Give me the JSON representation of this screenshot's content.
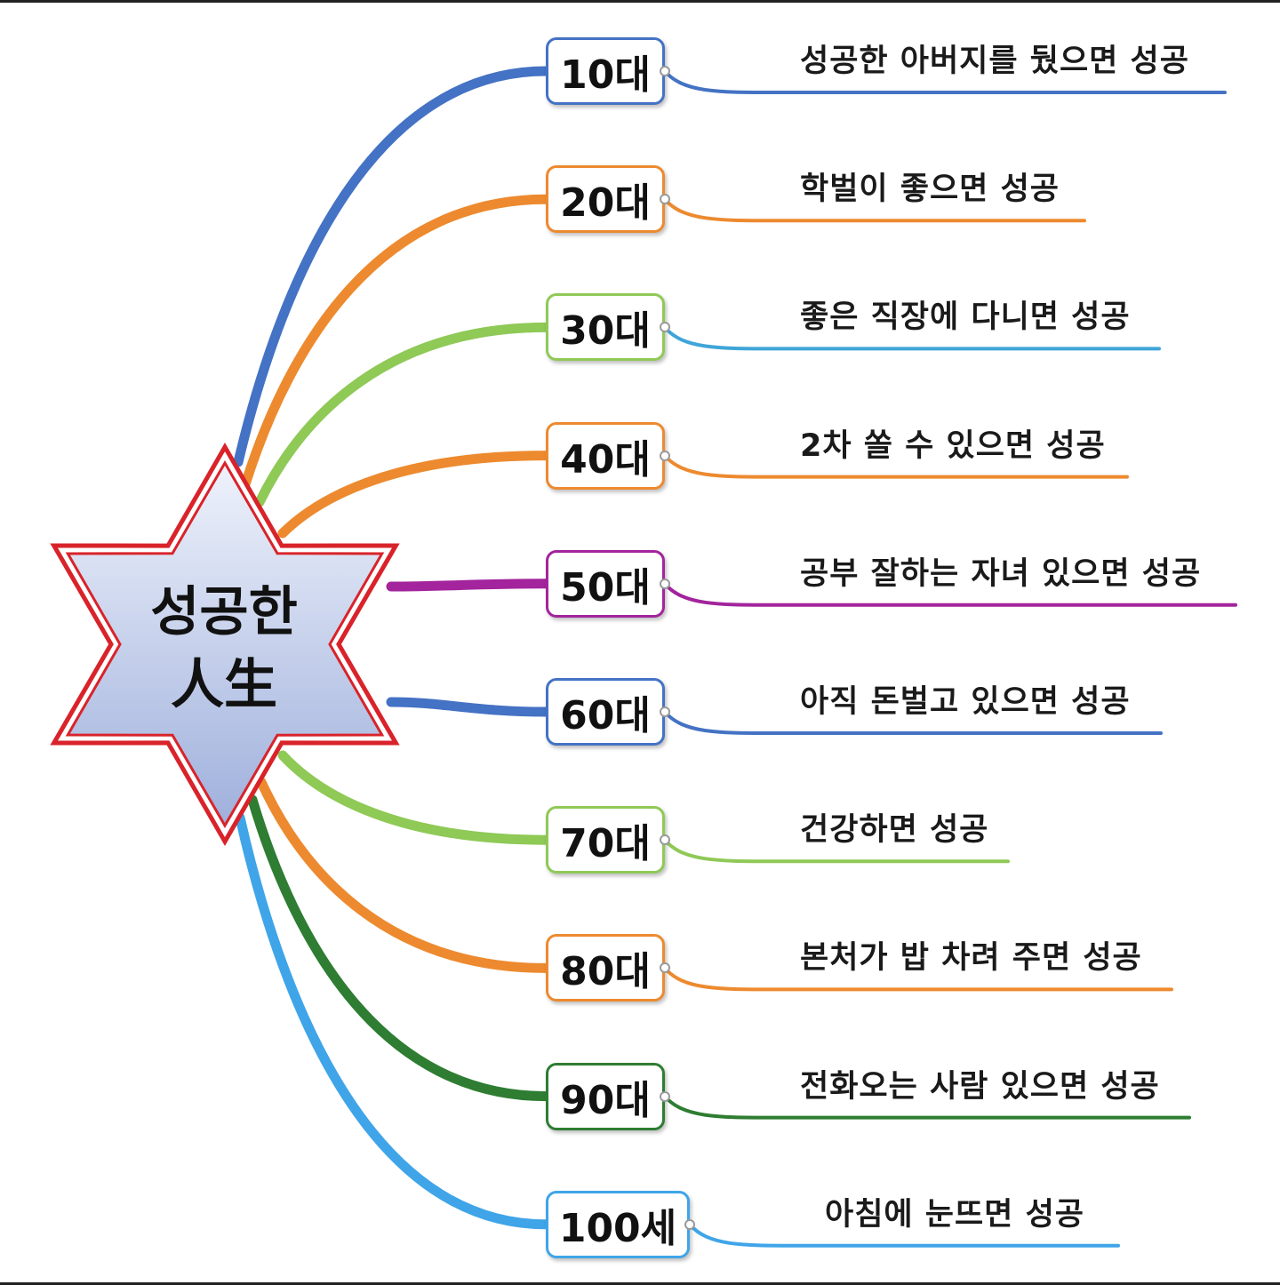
{
  "center": {
    "line1": "성공한",
    "line2": "人生",
    "star_fill_top": "#eef2fb",
    "star_fill_bottom": "#9fb0dc",
    "star_border": "#d9232a"
  },
  "branches": [
    {
      "age": "10대",
      "text": "성공한 아버지를 뒀으면 성공",
      "left_color": "#4472c4",
      "right_color": "#4472c4"
    },
    {
      "age": "20대",
      "text": "학벌이 좋으면 성공",
      "left_color": "#ed8a2f",
      "right_color": "#ed8a2f"
    },
    {
      "age": "30대",
      "text": "좋은 직장에 다니면 성공",
      "left_color": "#8fc956",
      "right_color": "#3fa5d8"
    },
    {
      "age": "40대",
      "text": "2차 쏠 수 있으면 성공",
      "left_color": "#ed8a2f",
      "right_color": "#ed8a2f"
    },
    {
      "age": "50대",
      "text": "공부 잘하는 자녀 있으면 성공",
      "left_color": "#a3249c",
      "right_color": "#a3249c"
    },
    {
      "age": "60대",
      "text": "아직 돈벌고 있으면 성공",
      "left_color": "#4472c4",
      "right_color": "#4472c4"
    },
    {
      "age": "70대",
      "text": "건강하면 성공",
      "left_color": "#8fc956",
      "right_color": "#8fc956"
    },
    {
      "age": "80대",
      "text": "본처가 밥 차려 주면 성공",
      "left_color": "#ed8a2f",
      "right_color": "#ed8a2f"
    },
    {
      "age": "90대",
      "text": "전화오는 사람 있으면 성공",
      "left_color": "#2e7d32",
      "right_color": "#2e7d32"
    },
    {
      "age": "100세",
      "text": "아침에 눈뜨면 성공",
      "left_color": "#3fa5e8",
      "right_color": "#3fa5e8"
    }
  ]
}
